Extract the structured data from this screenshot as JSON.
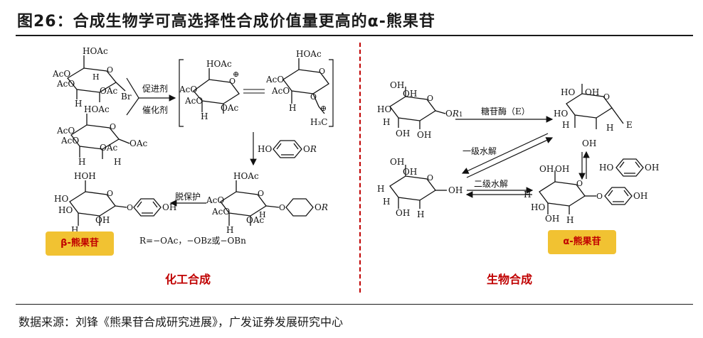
{
  "title": "图26：合成生物学可高选择性合成价值量更高的α-熊果苷",
  "left_panel": {
    "caption": "化工合成",
    "product_badge": "β-熊果苷",
    "note": "R=−OAc，−OBz或−OBn",
    "arrow_top_label_1": "促进剂",
    "arrow_top_label_2": "催化剂",
    "arrow_bottom_label": "脱保护",
    "reagent_left": "HO",
    "reagent_right": "OR"
  },
  "right_panel": {
    "caption": "生物合成",
    "product_badge": "α-熊果苷",
    "enzyme_label": "糖苷酶（E）",
    "hydrolysis_1": "一级水解",
    "hydrolysis_2": "二级水解",
    "enzyme_abbrev": "E"
  },
  "source": "数据来源：刘锋《熊果苷合成研究进展》，广发证券发展研究中心"
}
